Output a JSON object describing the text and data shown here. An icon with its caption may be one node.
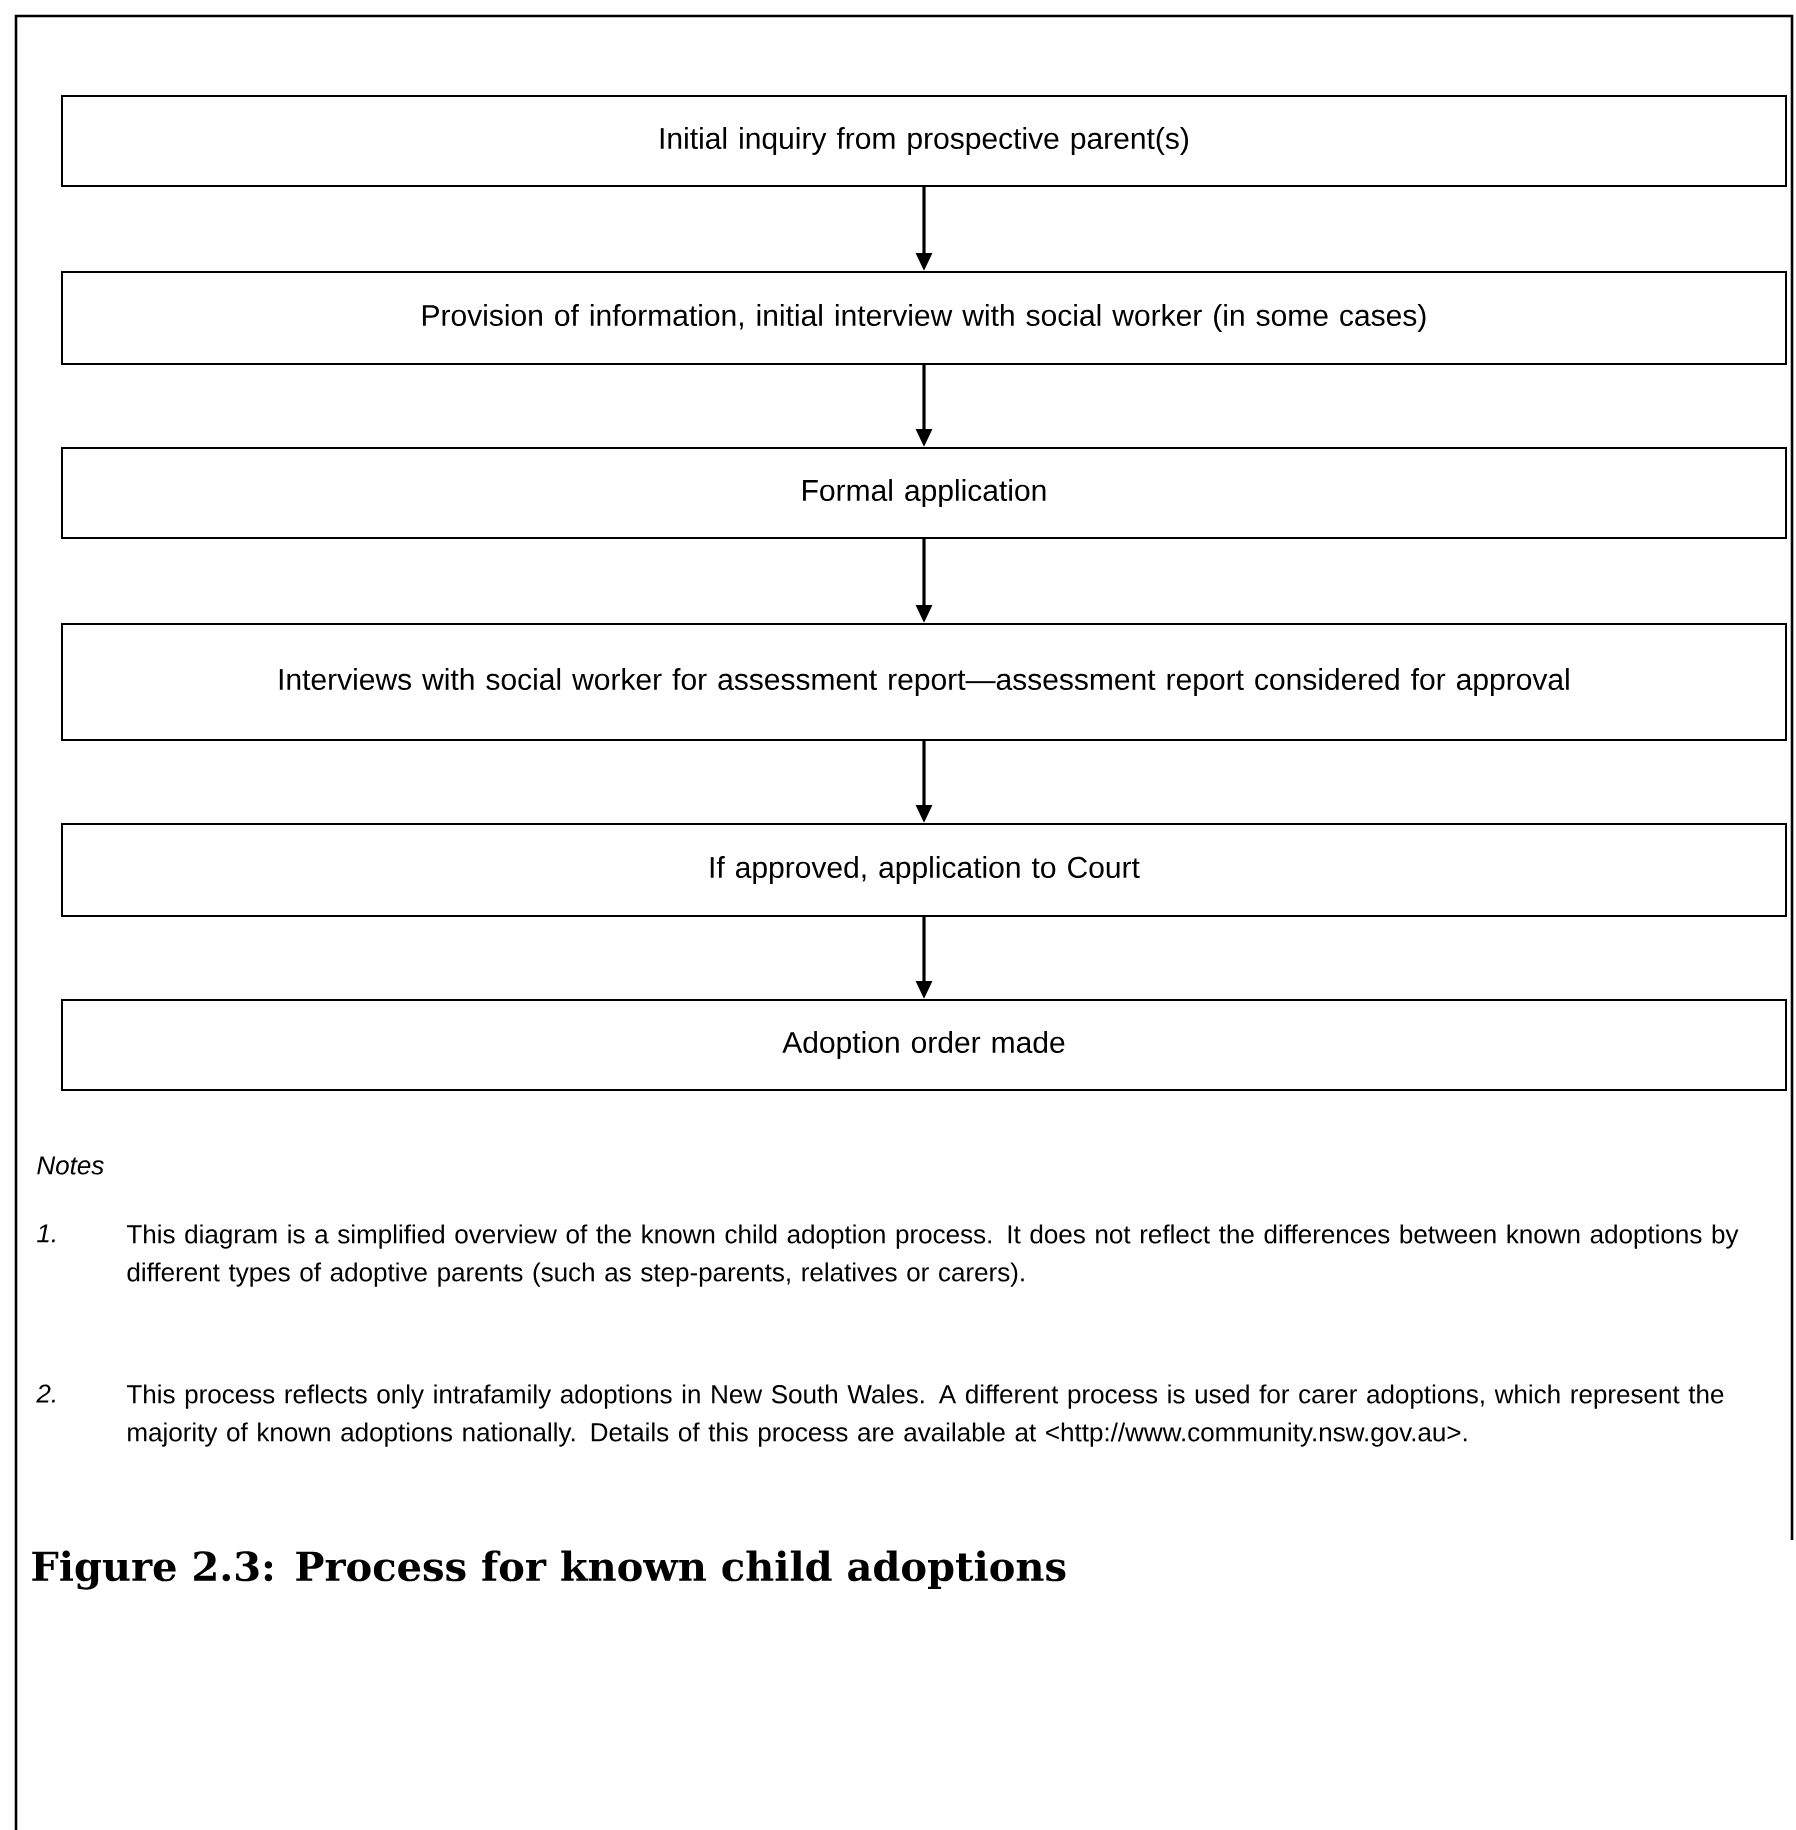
{
  "diagram": {
    "caption": "Figure 2.3: Process for known child adoptions",
    "nodes": [
      {
        "text": [
          "Initial inquiry from prospective parent(s)"
        ]
      },
      {
        "text": [
          "Provision of information, initial interview with social worker (in some cases)"
        ]
      },
      {
        "text": [
          "Formal application"
        ]
      },
      {
        "text": [
          "Interviews with social worker for assessment report—assessment report considered for approval"
        ]
      },
      {
        "text": [
          "If approved, application to Court"
        ]
      },
      {
        "text": [
          "Adoption order made"
        ]
      }
    ],
    "edges": [
      {
        "from": 0,
        "to": 1,
        "arrow": "to"
      },
      {
        "from": 1,
        "to": 2,
        "arrow": "to"
      },
      {
        "from": 2,
        "to": 3,
        "arrow": "to"
      },
      {
        "from": 3,
        "to": 4,
        "arrow": "to"
      },
      {
        "from": 4,
        "to": 5,
        "arrow": "to"
      }
    ],
    "labels": [
      "Notes",
      "1.",
      "This diagram is a simplified overview of the known child adoption process. It does not reflect the differences between known adoptions by different types of adoptive parents (such as step-parents, relatives or carers).",
      "2.",
      "This process reflects only intrafamily adoptions in New South Wales. A different process is used for carer adoptions, which represent the majority of known adoptions nationally. Details of this process are available at <http://www.community.nsw.gov.au>."
    ]
  }
}
